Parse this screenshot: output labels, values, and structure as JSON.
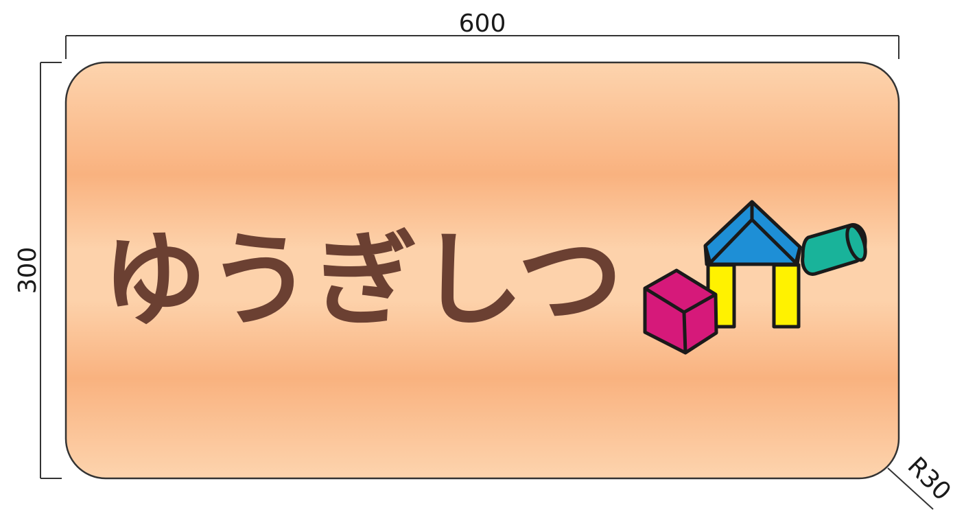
{
  "dimensions": {
    "width_label": "600",
    "height_label": "300",
    "radius_label": "R30"
  },
  "sign": {
    "text": "ゆうぎしつ",
    "text_color": "#6b4032",
    "bg_light": "#fdd2ab",
    "bg_dark": "#f9b27f"
  },
  "illustration": {
    "description_icons": [
      "cube-block-icon",
      "triangle-roof-block-icon",
      "pillar-block-icon",
      "cylinder-block-icon"
    ],
    "colors": {
      "cube": "#d6197a",
      "roof": "#1e8fd6",
      "pillars": "#fff200",
      "cylinder": "#19b39a"
    }
  }
}
